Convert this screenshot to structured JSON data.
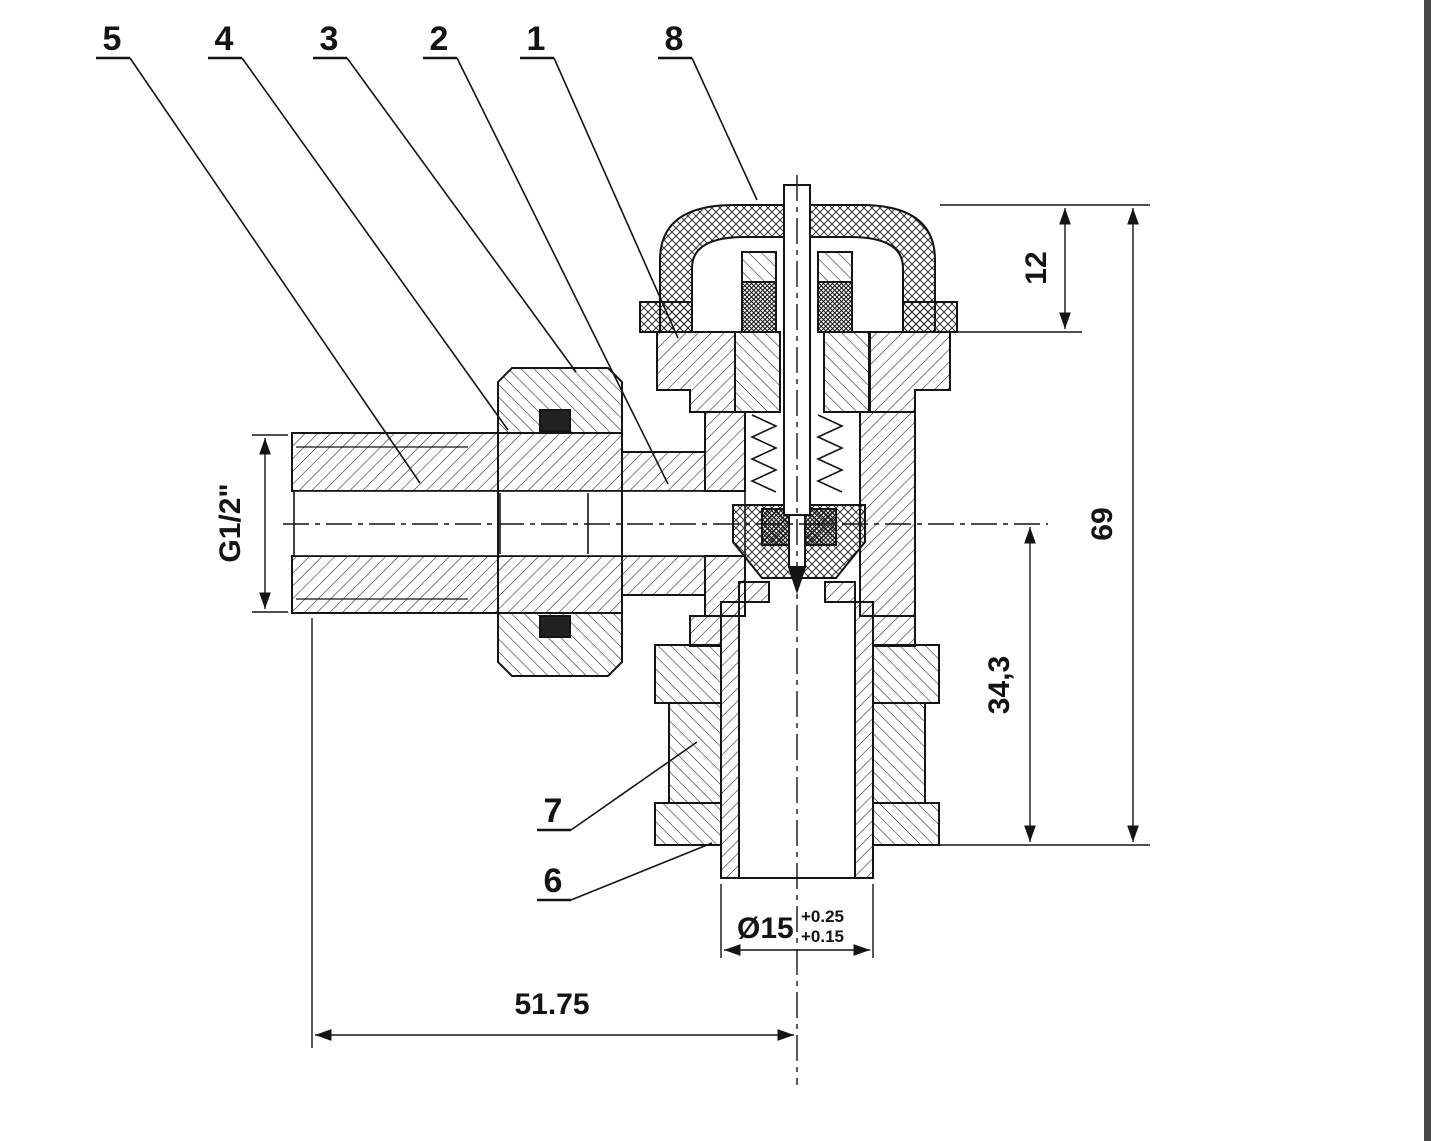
{
  "drawing_type": "valve-cross-section",
  "callouts": [
    {
      "id": "part-5",
      "label": "5"
    },
    {
      "id": "part-4",
      "label": "4"
    },
    {
      "id": "part-3",
      "label": "3"
    },
    {
      "id": "part-2",
      "label": "2"
    },
    {
      "id": "part-1",
      "label": "1"
    },
    {
      "id": "part-8",
      "label": "8"
    },
    {
      "id": "part-7",
      "label": "7"
    },
    {
      "id": "part-6",
      "label": "6"
    }
  ],
  "dimensions": {
    "thread_size": "G1/2\"",
    "cap_height": "12",
    "total_height": "69",
    "outlet_height": "34,3",
    "total_length": "51.75",
    "pipe_diameter": "Ø15",
    "tolerance_upper": "+0.25",
    "tolerance_lower": "+0.15"
  },
  "colors": {
    "line": "#141414",
    "background": "#ffffff"
  }
}
